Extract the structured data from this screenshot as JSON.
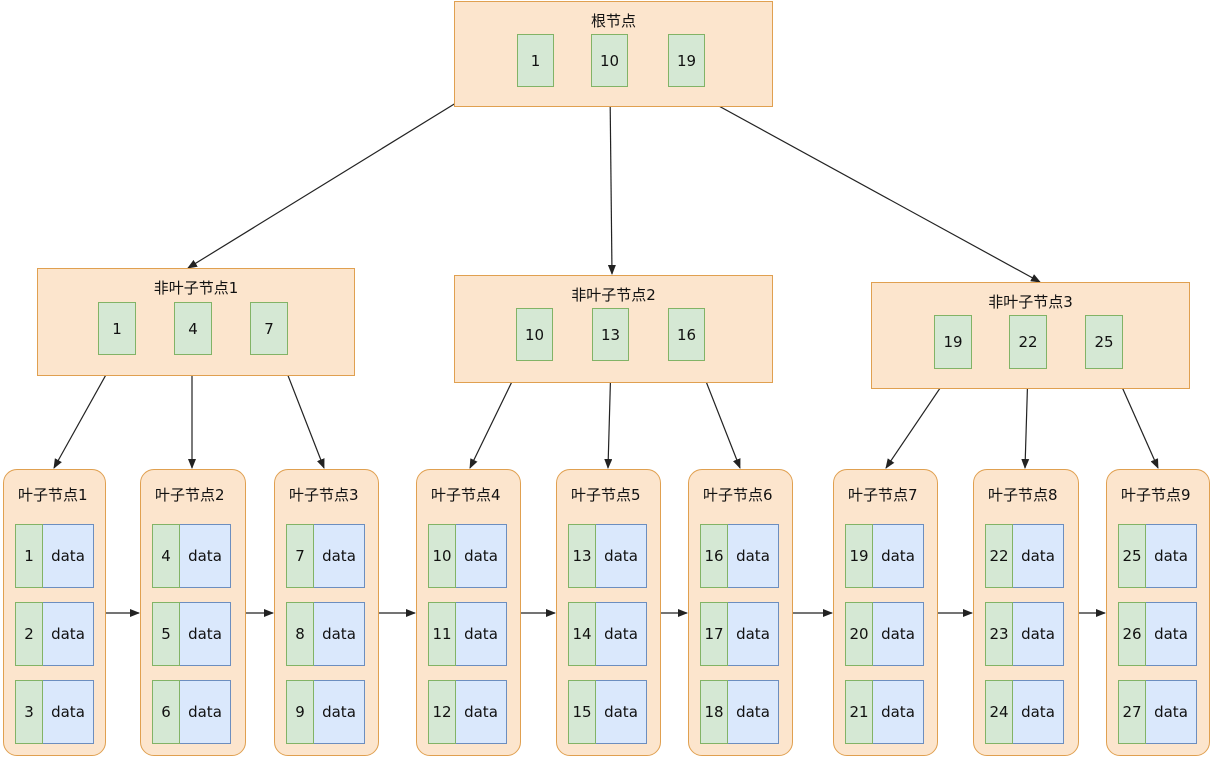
{
  "colors": {
    "node_fill": "#fce5cd",
    "node_border": "#e0a050",
    "key_fill": "#d5e8d4",
    "key_border": "#82b366",
    "data_fill": "#dae8fc",
    "data_border": "#6c8ebf",
    "edge": "#222222"
  },
  "root": {
    "title": "根节点",
    "keys": [
      "1",
      "10",
      "19"
    ]
  },
  "internal": [
    {
      "title": "非叶子节点1",
      "keys": [
        "1",
        "4",
        "7"
      ]
    },
    {
      "title": "非叶子节点2",
      "keys": [
        "10",
        "13",
        "16"
      ]
    },
    {
      "title": "非叶子节点3",
      "keys": [
        "19",
        "22",
        "25"
      ]
    }
  ],
  "leaves": [
    {
      "title": "叶子节点1",
      "entries": [
        {
          "key": "1",
          "value": "data"
        },
        {
          "key": "2",
          "value": "data"
        },
        {
          "key": "3",
          "value": "data"
        }
      ]
    },
    {
      "title": "叶子节点2",
      "entries": [
        {
          "key": "4",
          "value": "data"
        },
        {
          "key": "5",
          "value": "data"
        },
        {
          "key": "6",
          "value": "data"
        }
      ]
    },
    {
      "title": "叶子节点3",
      "entries": [
        {
          "key": "7",
          "value": "data"
        },
        {
          "key": "8",
          "value": "data"
        },
        {
          "key": "9",
          "value": "data"
        }
      ]
    },
    {
      "title": "叶子节点4",
      "entries": [
        {
          "key": "10",
          "value": "data"
        },
        {
          "key": "11",
          "value": "data"
        },
        {
          "key": "12",
          "value": "data"
        }
      ]
    },
    {
      "title": "叶子节点5",
      "entries": [
        {
          "key": "13",
          "value": "data"
        },
        {
          "key": "14",
          "value": "data"
        },
        {
          "key": "15",
          "value": "data"
        }
      ]
    },
    {
      "title": "叶子节点6",
      "entries": [
        {
          "key": "16",
          "value": "data"
        },
        {
          "key": "17",
          "value": "data"
        },
        {
          "key": "18",
          "value": "data"
        }
      ]
    },
    {
      "title": "叶子节点7",
      "entries": [
        {
          "key": "19",
          "value": "data"
        },
        {
          "key": "20",
          "value": "data"
        },
        {
          "key": "21",
          "value": "data"
        }
      ]
    },
    {
      "title": "叶子节点8",
      "entries": [
        {
          "key": "22",
          "value": "data"
        },
        {
          "key": "23",
          "value": "data"
        },
        {
          "key": "24",
          "value": "data"
        }
      ]
    },
    {
      "title": "叶子节点9",
      "entries": [
        {
          "key": "25",
          "value": "data"
        },
        {
          "key": "26",
          "value": "data"
        },
        {
          "key": "27",
          "value": "data"
        }
      ]
    }
  ]
}
